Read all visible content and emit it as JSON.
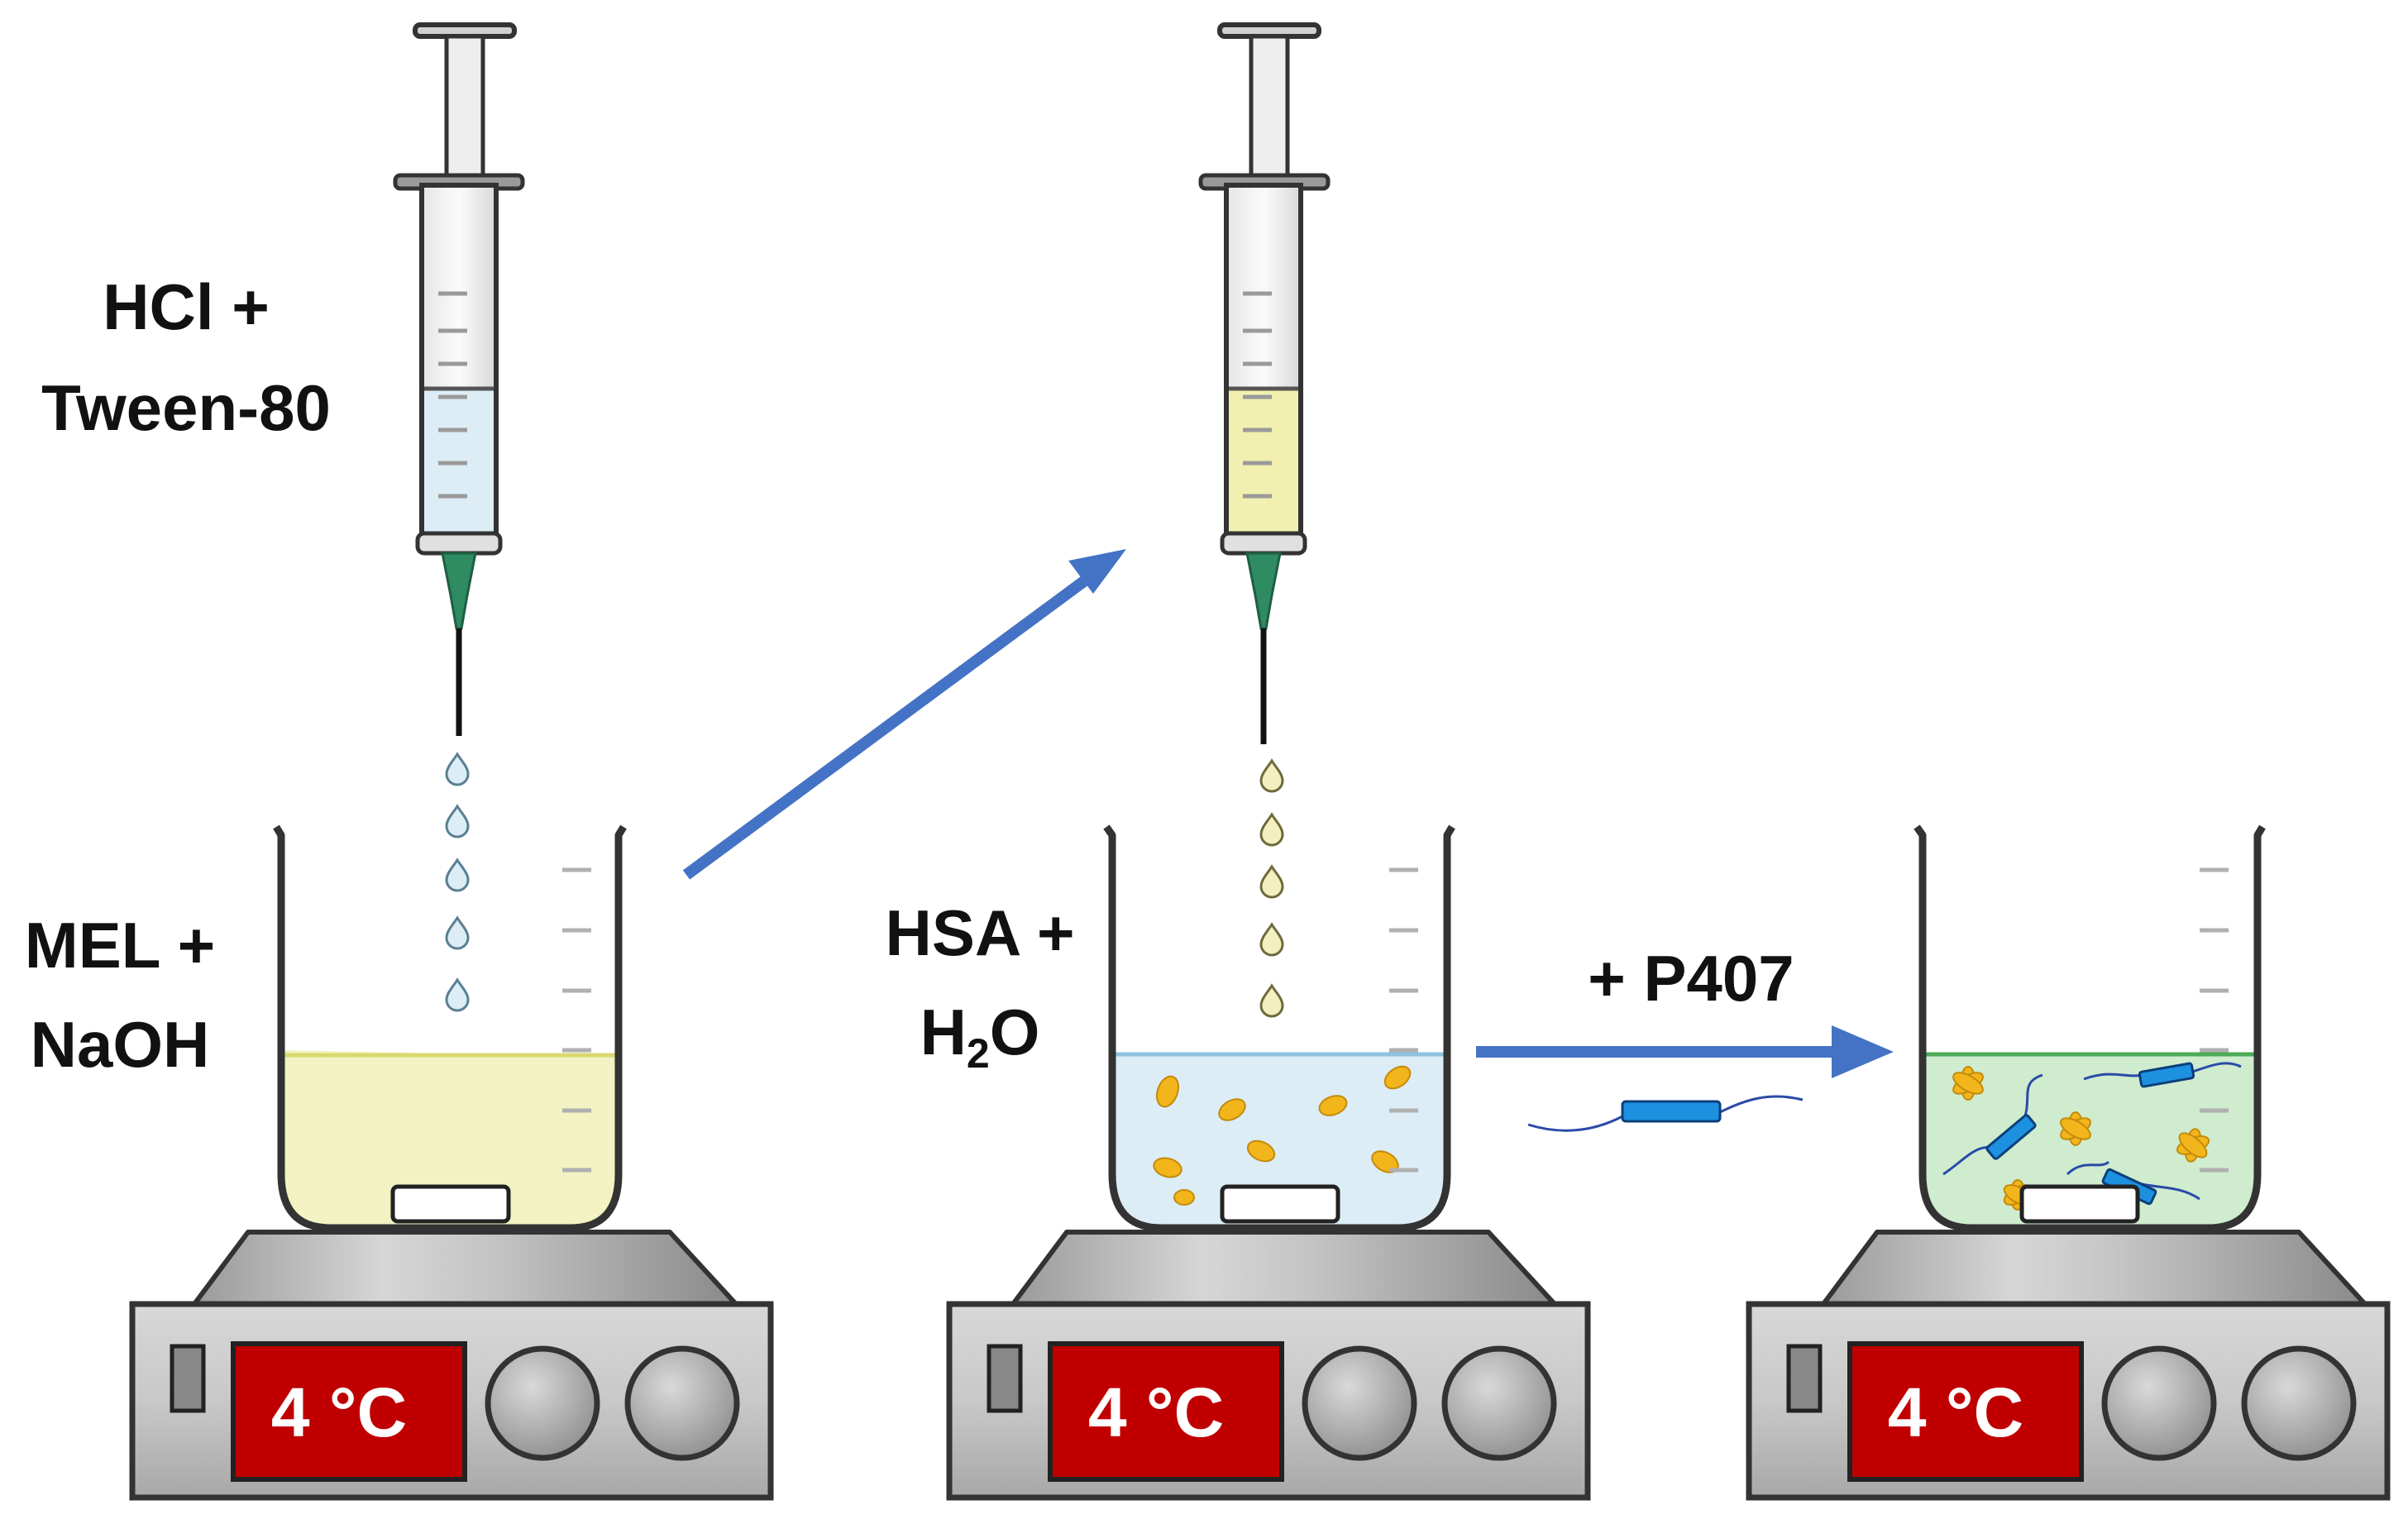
{
  "labels": {
    "syringe1_line1": "HCl +",
    "syringe1_line2": "Tween-80",
    "beaker1_line1": "MEL +",
    "beaker1_line2": "NaOH",
    "beaker2_line1": "HSA +",
    "beaker2_line2_main": "H",
    "beaker2_line2_sub": "2",
    "beaker2_line2_end": "O",
    "arrow2_label": "+ P407"
  },
  "stations": [
    {
      "temperature": "4 °C",
      "liquid_color": "#f2f2c2",
      "liquid_line": "#d8d870"
    },
    {
      "temperature": "4 °C",
      "liquid_color": "#dcedf6",
      "liquid_line": "#8ec3de"
    },
    {
      "temperature": "4 °C",
      "liquid_color": "#cfeccf",
      "liquid_line": "#4caa58"
    }
  ],
  "colors": {
    "arrow": "#4472c4",
    "display_bg": "#c00000",
    "needle_hub": "#2e8b62",
    "syringe1_fluid": "#dcedf6",
    "syringe2_fluid": "#f2f0b0",
    "hsa_particle": "#f2b61c",
    "polymer_block": "#1e90e0",
    "polymer_chain": "#2a4aa8"
  }
}
